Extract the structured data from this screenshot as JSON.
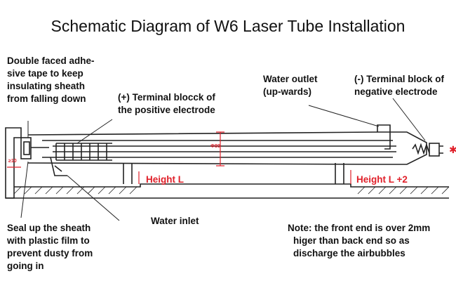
{
  "title": "Schematic Diagram of W6 Laser Tube Installation",
  "labels": {
    "tape": [
      "Double faced adhe-",
      "sive tape to keep",
      "insulating sheath",
      "from falling down"
    ],
    "positive": [
      "(+) Terminal blocck of",
      "the positive electrode"
    ],
    "water_outlet": [
      "Water outlet",
      "(up-wards)"
    ],
    "negative": [
      "(-) Terminal block of",
      "negative electrode"
    ],
    "height_l": "Height L",
    "height_l2": "Height L +2",
    "seal": [
      "Seal up the sheath",
      "with plastic film to",
      "prevent dusty from",
      "going in"
    ],
    "water_inlet": "Water inlet",
    "note": [
      "Note: the front end is over 2mm",
      "higer than back end so as",
      "discharge the airbubbles"
    ],
    "dim_diameter": "Ф80",
    "dim_gap": "≥10"
  },
  "colors": {
    "line": "#222222",
    "accent": "#e0202a",
    "text": "#111111"
  }
}
